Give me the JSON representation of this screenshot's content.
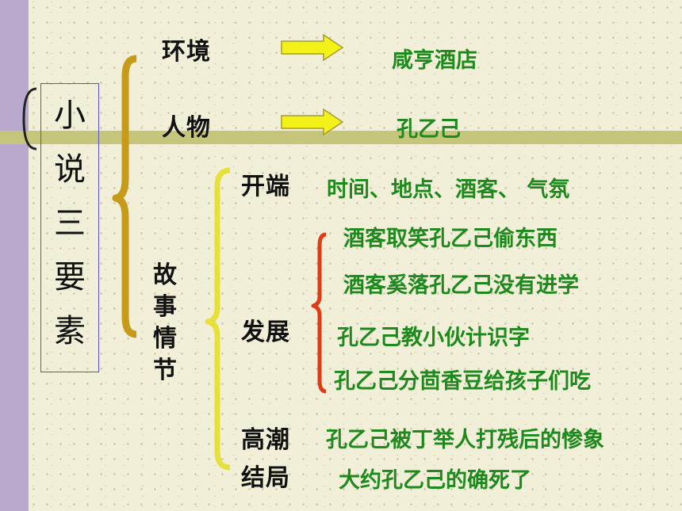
{
  "title_chars": [
    "小",
    "说",
    "三",
    "要",
    "素"
  ],
  "elements": {
    "environment": {
      "label": "环境",
      "value": "咸亨酒店"
    },
    "character": {
      "label": "人物",
      "value": "孔乙己"
    }
  },
  "plot": {
    "label_chars": [
      "故",
      "事",
      "情",
      "节"
    ],
    "beginning": {
      "label": "开端",
      "value": "时间、地点、酒客、 气氛"
    },
    "development": {
      "label": "发展",
      "items": [
        "酒客取笑孔乙己偷东西",
        "酒客奚落孔乙己没有进学",
        "孔乙己教小伙计识字",
        "孔乙己分茴香豆给孩子们吃"
      ]
    },
    "climax": {
      "label": "高潮",
      "value": "孔乙己被丁举人打残后的惨象"
    },
    "ending": {
      "label": "结局",
      "value": "大约孔乙己的确死了"
    }
  },
  "colors": {
    "outer_brace": "#c89a1a",
    "plot_brace": "#e6e03a",
    "development_brace": "#e03b17",
    "arrow_fill": "#f2f21a",
    "arrow_stroke": "#a89c2a",
    "value_text": "#1e8a1e"
  }
}
